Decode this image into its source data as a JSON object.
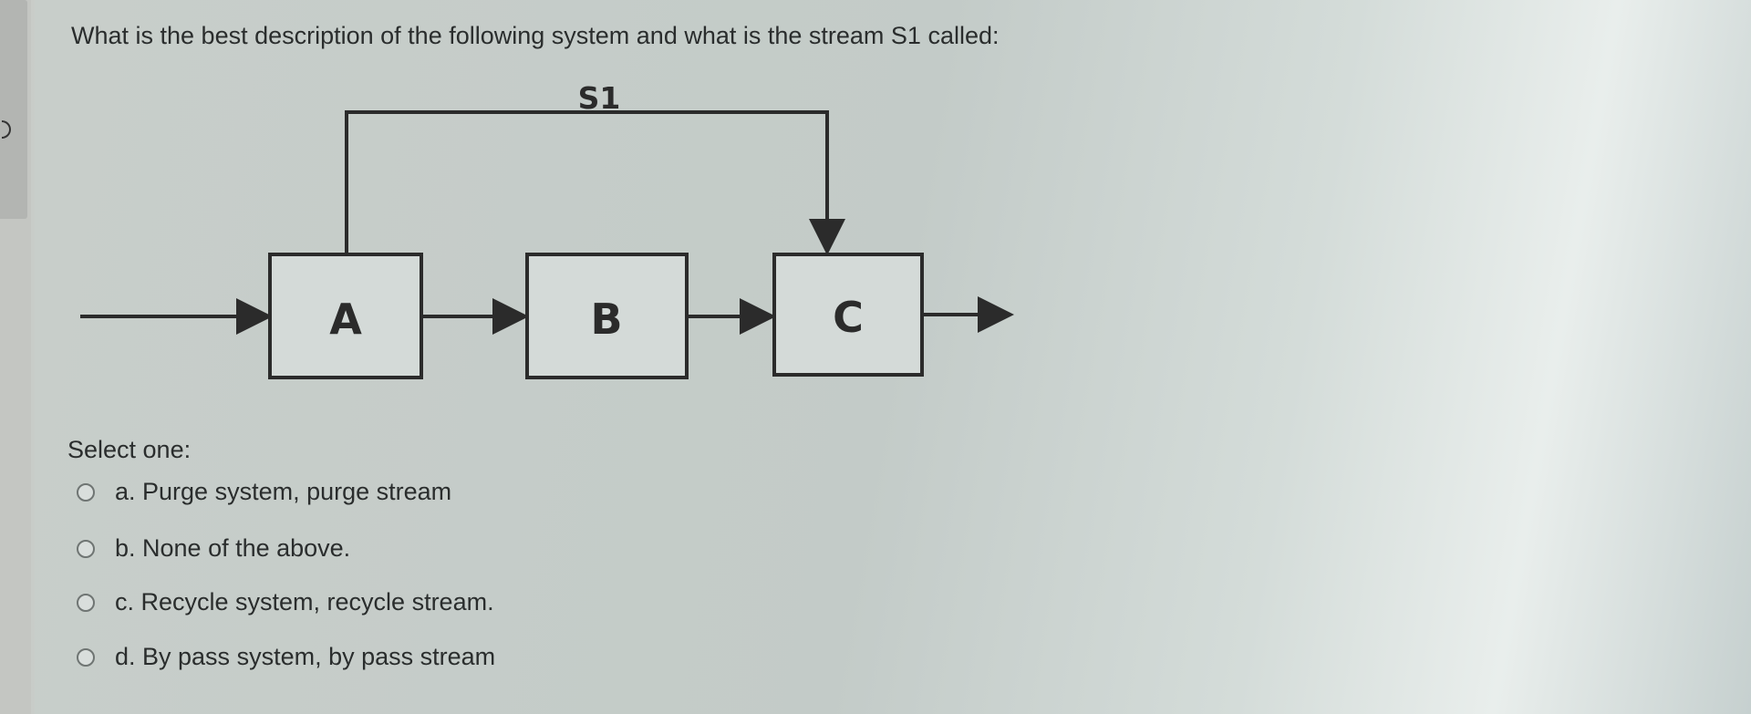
{
  "question": {
    "text": "What is the best description of the following system and what is the stream S1 called:"
  },
  "diagram": {
    "stream_label": "S1",
    "blocks": [
      {
        "id": "A",
        "label": "A"
      },
      {
        "id": "B",
        "label": "B"
      },
      {
        "id": "C",
        "label": "C"
      }
    ]
  },
  "answer": {
    "prompt": "Select one:",
    "options": [
      {
        "label": "a. Purge system, purge stream",
        "selected": false
      },
      {
        "label": "b. None of the above.",
        "selected": false
      },
      {
        "label": "c. Recycle system, recycle stream.",
        "selected": false
      },
      {
        "label": "d. By pass system, by pass stream",
        "selected": false
      }
    ]
  }
}
